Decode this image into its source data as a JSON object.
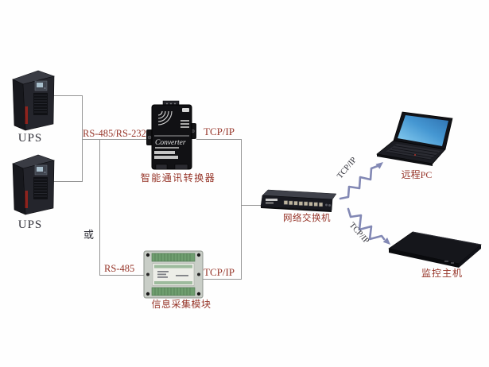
{
  "labels": {
    "ups_top": "UPS",
    "ups_bottom": "UPS",
    "or": "或",
    "link_rs485_rs232": "RS-485/RS-232",
    "link_rs485": "RS-485",
    "tcpip_converter": "TCP/IP",
    "tcpip_module": "TCP/IP",
    "tcpip_remote_pc": "TCP/IP",
    "tcpip_monitor_host": "TCP/IP",
    "converter": "智能通讯转换器",
    "converter_brand": "Converter",
    "module": "信息采集模块",
    "switch": "网络交换机",
    "remote_pc": "远程PC",
    "monitor_host": "监控主机"
  },
  "colors": {
    "label_red": "#963428",
    "text_dark": "#303038",
    "line_gray": "#949494",
    "arrow_slate": "#8288b4"
  }
}
